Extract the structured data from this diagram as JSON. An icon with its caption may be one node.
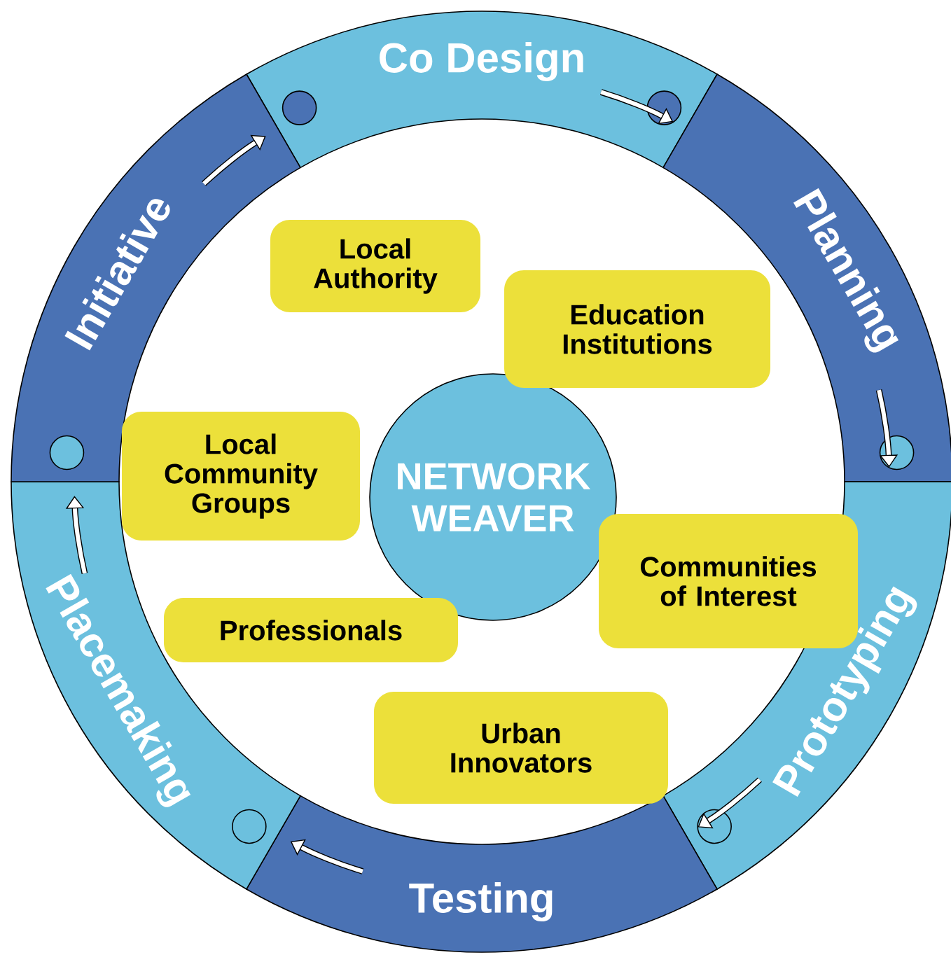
{
  "diagram": {
    "nodes": [
      {
        "text": [
          "Co Design"
        ]
      },
      {
        "text": [
          "Planning"
        ]
      },
      {
        "text": [
          "Prototyping"
        ]
      },
      {
        "text": [
          "Testing"
        ]
      },
      {
        "text": [
          "Placemaking"
        ]
      },
      {
        "text": [
          "Initiative"
        ]
      },
      {
        "text": [
          "NETWORK WEAVER"
        ]
      },
      {
        "text": [
          "Local Authority"
        ]
      },
      {
        "text": [
          "Education Institutions"
        ]
      },
      {
        "text": [
          "Local Community Groups"
        ]
      },
      {
        "text": [
          "Communities of Interest"
        ]
      },
      {
        "text": [
          "Professionals"
        ]
      },
      {
        "text": [
          "Urban Innovators"
        ]
      }
    ],
    "edges": [
      {
        "from": 5,
        "to": 0,
        "arrow": "to"
      },
      {
        "from": 0,
        "to": 1,
        "arrow": "to"
      },
      {
        "from": 1,
        "to": 2,
        "arrow": "to"
      },
      {
        "from": 2,
        "to": 3,
        "arrow": "to"
      },
      {
        "from": 3,
        "to": 4,
        "arrow": "to"
      },
      {
        "from": 4,
        "to": 5,
        "arrow": "to"
      }
    ]
  }
}
